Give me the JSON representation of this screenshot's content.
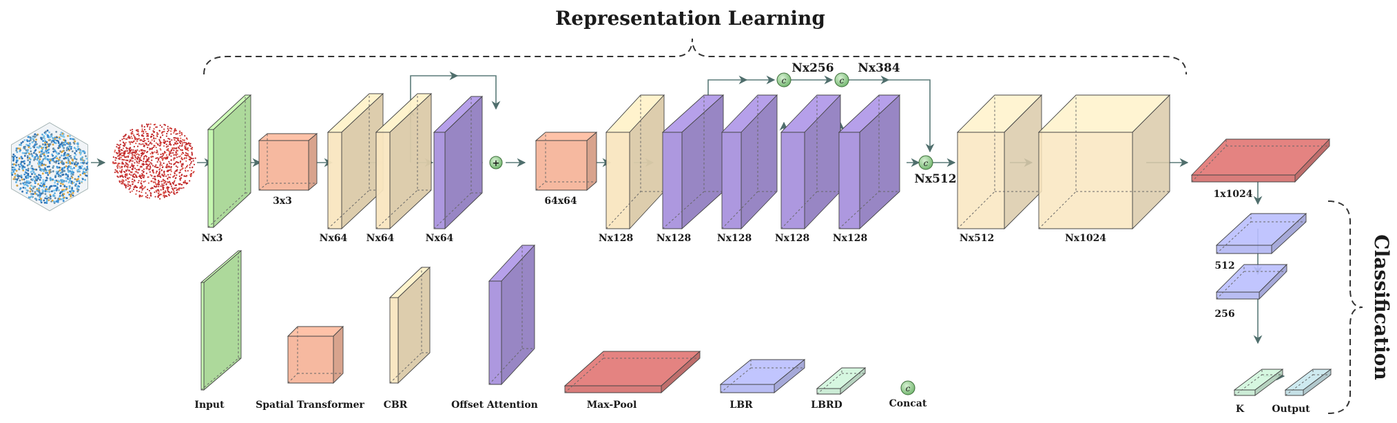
{
  "title": "Representation Learning",
  "side_title": "Classification",
  "main_labels": {
    "input": "Nx3",
    "spatial": "3x3",
    "cbr1": "Nx64",
    "cbr2": "Nx64",
    "oa1": "Nx64",
    "spatial2": "64x64",
    "cbr3": "Nx128",
    "oa2": "Nx128",
    "oa3": "Nx128",
    "oa4": "Nx128",
    "oa5": "Nx128",
    "concat256": "Nx256",
    "concat384": "Nx384",
    "concat512": "Nx512",
    "cbr4": "Nx512",
    "cbr5": "Nx1024",
    "maxpool": "1x1024"
  },
  "classifier_labels": {
    "lbr1": "512",
    "lbr2": "256",
    "lbrd": "K",
    "output": "Output"
  },
  "concat_symbol": "c",
  "add_symbol": "+",
  "legend": {
    "input": "Input",
    "spatial": "Spatial Transformer",
    "cbr": "CBR",
    "oa": "Offset Attention",
    "maxpool": "Max-Pool",
    "lbr": "LBR",
    "lbrd": "LBRD",
    "concat": "Concat"
  },
  "colors": {
    "input": "#c5f7b0",
    "spatial": "#f6b9a0",
    "cbr": "#f9e6c0",
    "oa": "#ad98df",
    "maxpool": "#d97d7b",
    "lbr": "#b1b6f2",
    "lbrd": "#c7ead2",
    "output": "#bfdde3",
    "concat": "#8ec98a"
  }
}
